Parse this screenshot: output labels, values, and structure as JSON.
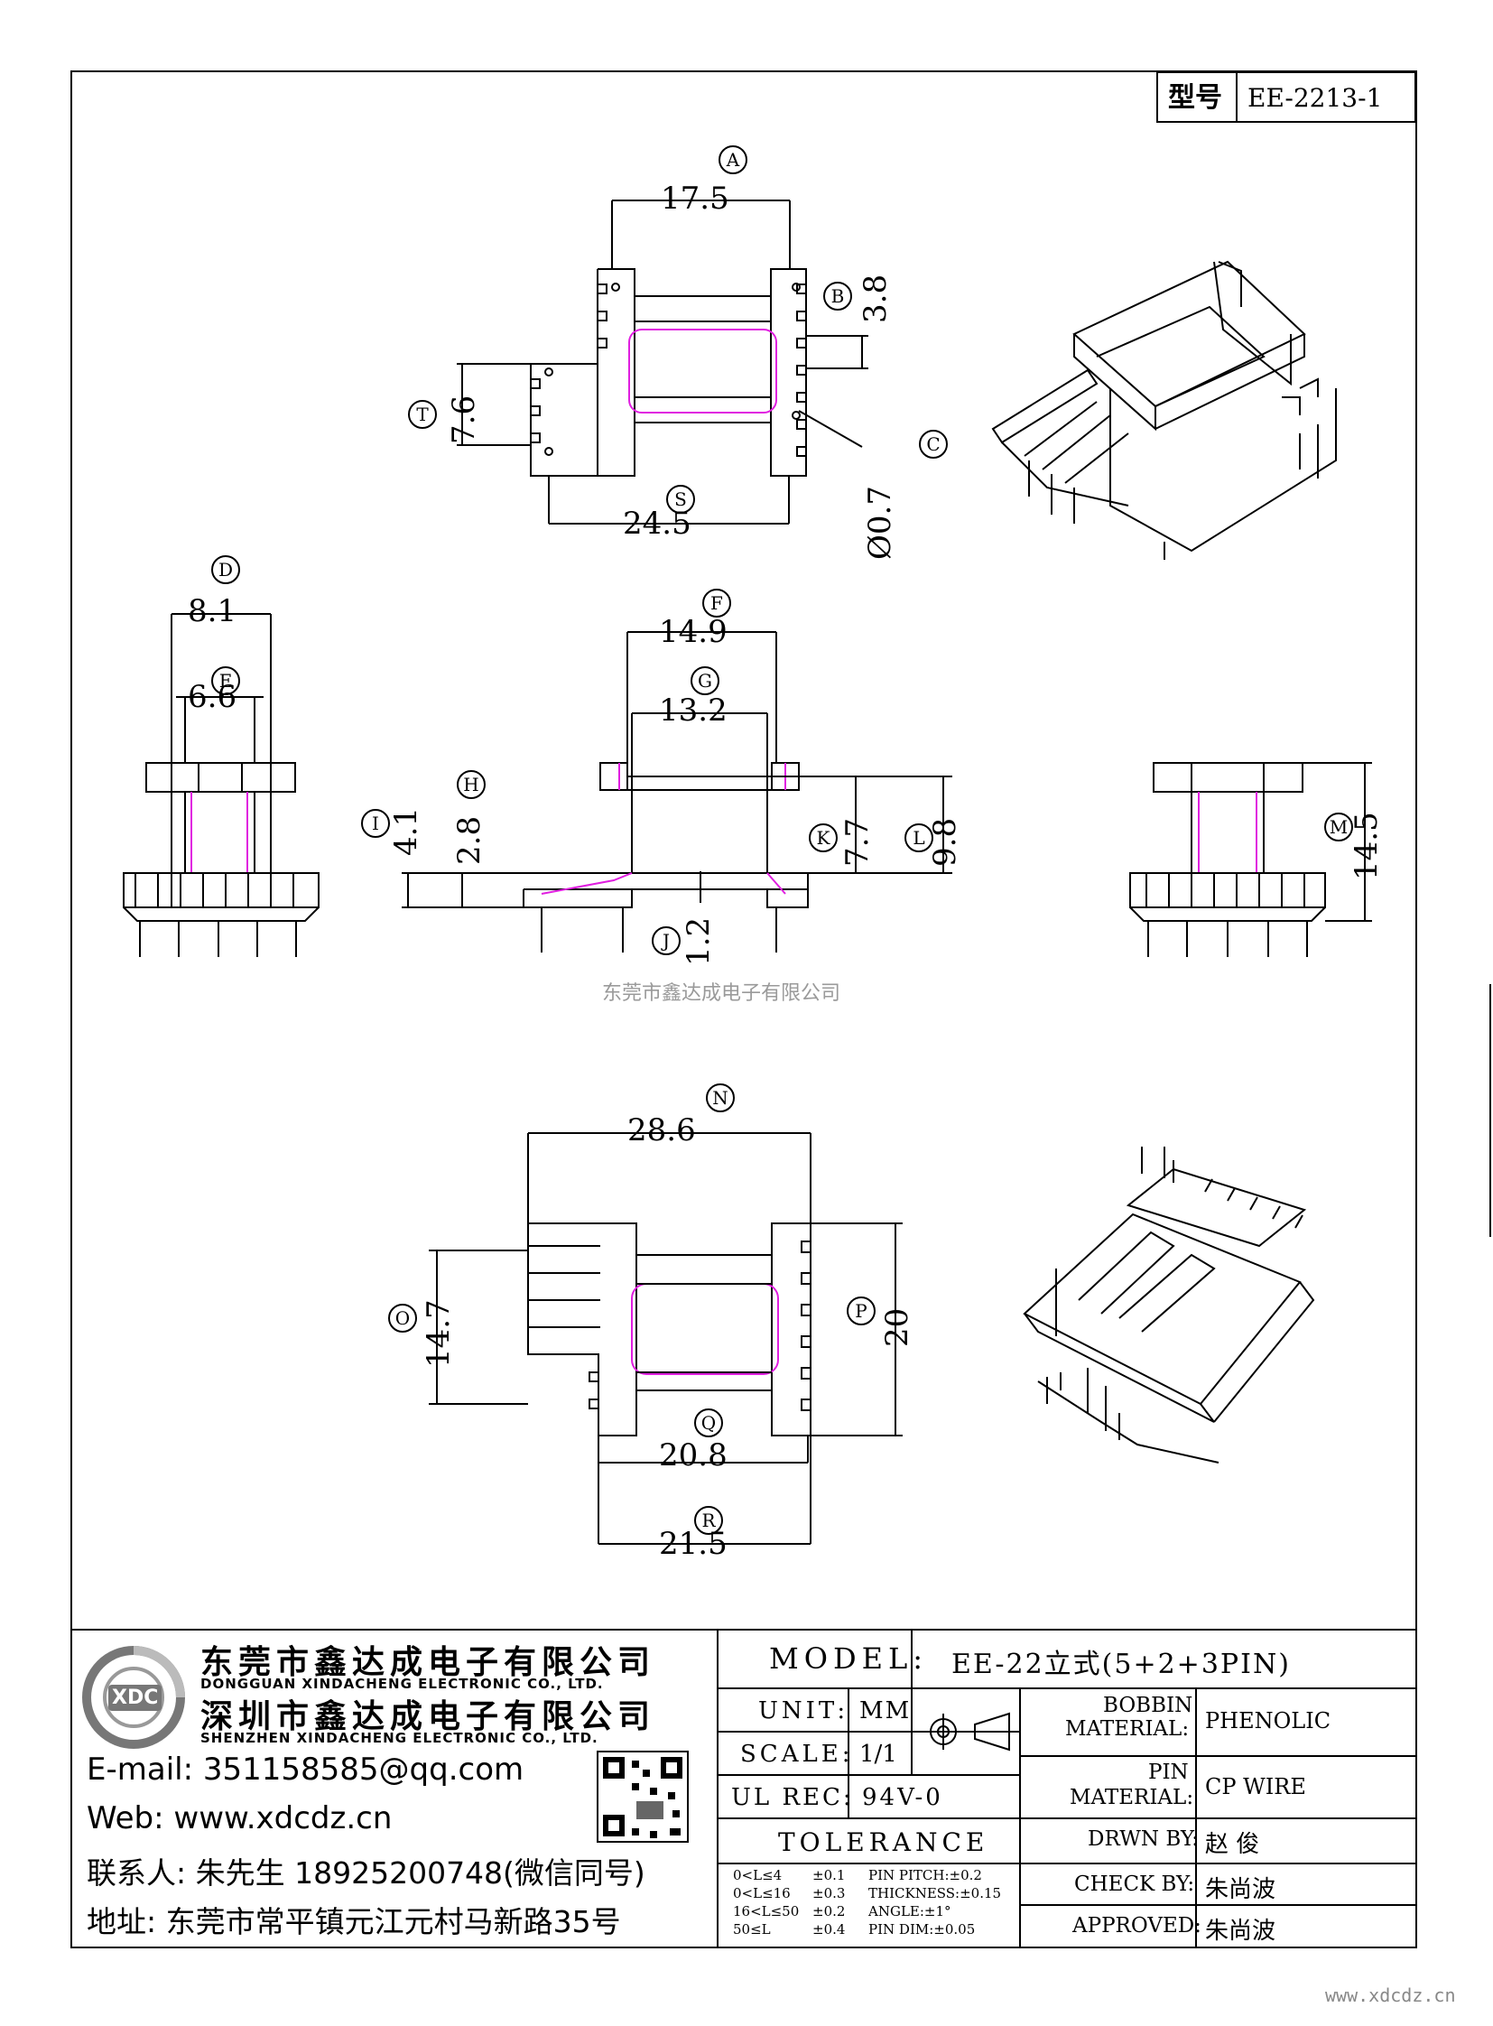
{
  "part_box": {
    "label": "型号",
    "value": "EE-2213-1"
  },
  "dims": {
    "A": {
      "tag": "A",
      "value": "17.5"
    },
    "B": {
      "tag": "B",
      "value": "3.8"
    },
    "C": {
      "tag": "C",
      "value": "Ø0.7"
    },
    "T": {
      "tag": "T",
      "value": "7.6"
    },
    "S": {
      "tag": "S",
      "value": "24.5"
    },
    "D": {
      "tag": "D",
      "value": "8.1"
    },
    "E": {
      "tag": "E",
      "value": "6.6"
    },
    "F": {
      "tag": "F",
      "value": "14.9"
    },
    "G": {
      "tag": "G",
      "value": "13.2"
    },
    "H": {
      "tag": "H",
      "value": "2.8"
    },
    "I": {
      "tag": "I",
      "value": "4.1"
    },
    "J": {
      "tag": "J",
      "value": "1.2"
    },
    "K": {
      "tag": "K",
      "value": "7.7"
    },
    "L": {
      "tag": "L",
      "value": "9.8"
    },
    "M": {
      "tag": "M",
      "value": "14.5"
    },
    "N": {
      "tag": "N",
      "value": "28.6"
    },
    "O": {
      "tag": "O",
      "value": "14.7"
    },
    "P": {
      "tag": "P",
      "value": "20"
    },
    "Q": {
      "tag": "Q",
      "value": "20.8"
    },
    "R": {
      "tag": "R",
      "value": "21.5"
    }
  },
  "watermark": "东莞市鑫达成电子有限公司",
  "company": {
    "logo_text": "XDC",
    "name_dg": "东莞市鑫达成电子有限公司",
    "name_dg_en": "DONGGUAN XINDACHENG ELECTRONIC CO., LTD.",
    "name_sz": "深圳市鑫达成电子有限公司",
    "name_sz_en": "SHENZHEN XINDACHENG ELECTRONIC CO., LTD.",
    "email": "E-mail: 351158585@qq.com",
    "web": "Web: www.xdcdz.cn",
    "contact": "联系人: 朱先生 18925200748(微信同号)",
    "address": "地址: 东莞市常平镇元江元村马新路35号"
  },
  "title_block": {
    "model_label": "MODEL:",
    "model_value": "EE-22立式(5+2+3PIN)",
    "unit_label": "UNIT:",
    "unit_value": "MM",
    "scale_label": "SCALE:",
    "scale_value": "1/1",
    "ulrec_label": "UL REC:",
    "ulrec_value": "94V-0",
    "tolerance_label": "TOLERANCE",
    "tolerances": [
      [
        "0<L≤4",
        "±0.1",
        "PIN PITCH:±0.2"
      ],
      [
        "0<L≤16",
        "±0.3",
        "THICKNESS:±0.15"
      ],
      [
        "16<L≤50",
        "±0.2",
        "ANGLE:±1°"
      ],
      [
        "50≤L",
        "±0.4",
        "PIN DIM:±0.05"
      ]
    ],
    "bobbin_label_1": "BOBBIN",
    "bobbin_label_2": "MATERIAL:",
    "bobbin_value": "PHENOLIC",
    "pin_label_1": "PIN",
    "pin_label_2": "MATERIAL:",
    "pin_value": "CP WIRE",
    "drawn_label": "DRWN BY:",
    "drawn_value": "赵 俊",
    "check_label": "CHECK BY:",
    "check_value": "朱尚波",
    "approved_label": "APPROVED:",
    "approved_value": "朱尚波"
  },
  "footer_url": "www.xdcdz.cn",
  "colors": {
    "line": "#000000",
    "magenta": "#e01ee0",
    "watermark": "#9a9a9a"
  }
}
